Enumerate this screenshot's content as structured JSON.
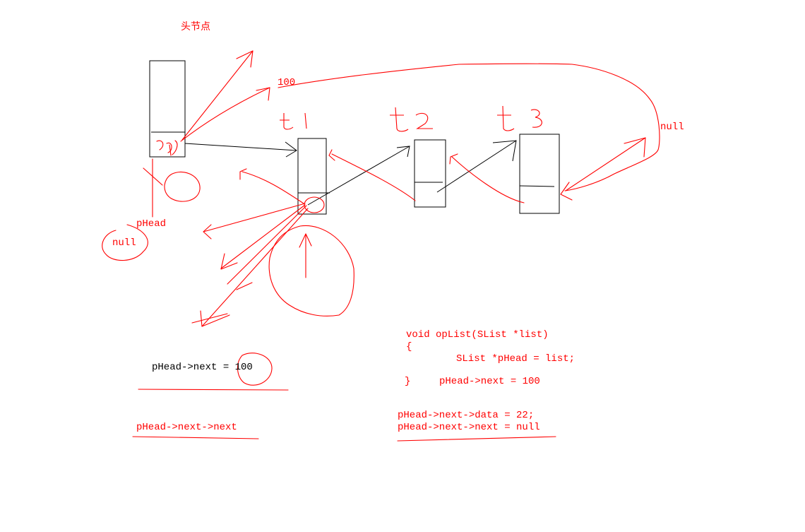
{
  "colors": {
    "ink": "#000000",
    "annotation": "#ff0000",
    "background": "#ffffff"
  },
  "labels": {
    "head_node": "头节点",
    "value_100_top": "100",
    "null_right": "null",
    "p_head": "pHead",
    "null_left": "null",
    "node_t1": "t1",
    "node_t2": "t2",
    "node_t3": "t3",
    "circled_100": "100"
  },
  "notes": {
    "assign_next": "pHead->next = ",
    "assign_next_value": "100",
    "next_next": "pHead->next->next"
  },
  "code": {
    "line1": "void opList(SList *list)",
    "line2": "{",
    "line3": "SList *pHead = list;",
    "line4": "}",
    "line5": "pHead->next = 100",
    "line6": "pHead->next->data = 22;",
    "line7": "pHead->next->next = null"
  }
}
